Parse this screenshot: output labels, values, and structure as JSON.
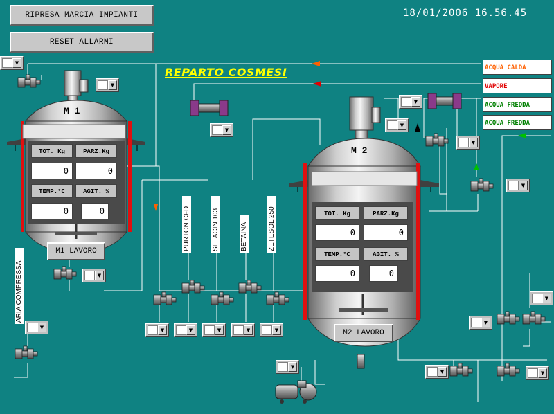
{
  "header": {
    "btn_ripresa": "RIPRESA MARCIA IMPIANTI",
    "btn_reset": "RESET ALLARMI",
    "datetime": "18/01/2006 16.56.45",
    "title": "REPARTO COSMESI"
  },
  "legend": [
    {
      "label": "ACQUA CALDA",
      "color": "#ff6000"
    },
    {
      "label": "VAPORE",
      "color": "#e00000"
    },
    {
      "label": "ACQUA FREDDA",
      "color": "#008000"
    },
    {
      "label": "ACQUA FREDDA",
      "color": "#008000"
    }
  ],
  "m1": {
    "name": "M 1",
    "tot_label": "TOT. Kg",
    "parz_label": "PARZ.Kg",
    "temp_label": "TEMP.°C",
    "agit_label": "AGIT. %",
    "tot": "0",
    "parz": "0",
    "temp": "0",
    "agit": "0",
    "status": "M1 LAVORO"
  },
  "m2": {
    "name": "M 2",
    "tot_label": "TOT. Kg",
    "parz_label": "PARZ.Kg",
    "temp_label": "TEMP.°C",
    "agit_label": "AGIT. %",
    "tot": "0",
    "parz": "0",
    "temp": "0",
    "agit": "0",
    "status": "M2 LAVORO"
  },
  "raw_materials": [
    "PURTON CFD",
    "SETACIN 103",
    "BETAINA",
    "ZETESOL 250"
  ],
  "aria_label": "ARIA COMPRESSA",
  "colors": {
    "background": "#0f8282",
    "heater": "#e01010",
    "title": "#ffff00"
  }
}
